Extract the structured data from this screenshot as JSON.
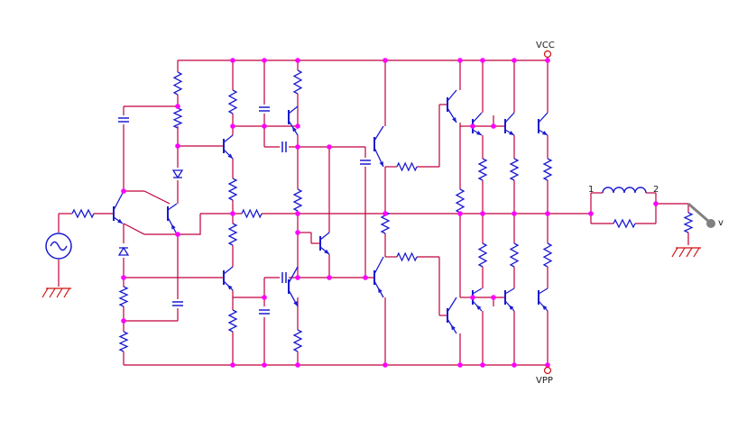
{
  "labels": {
    "vcc": "VCC",
    "vpp": "VPP",
    "node1": "1",
    "node2": "2",
    "probe": "v"
  },
  "colors": {
    "wire": "#c0003c",
    "component": "#1a1ad0",
    "junction": "#ff00ff",
    "ground": "#d01010",
    "probe": "#808080",
    "terminal": "#d01010"
  }
}
